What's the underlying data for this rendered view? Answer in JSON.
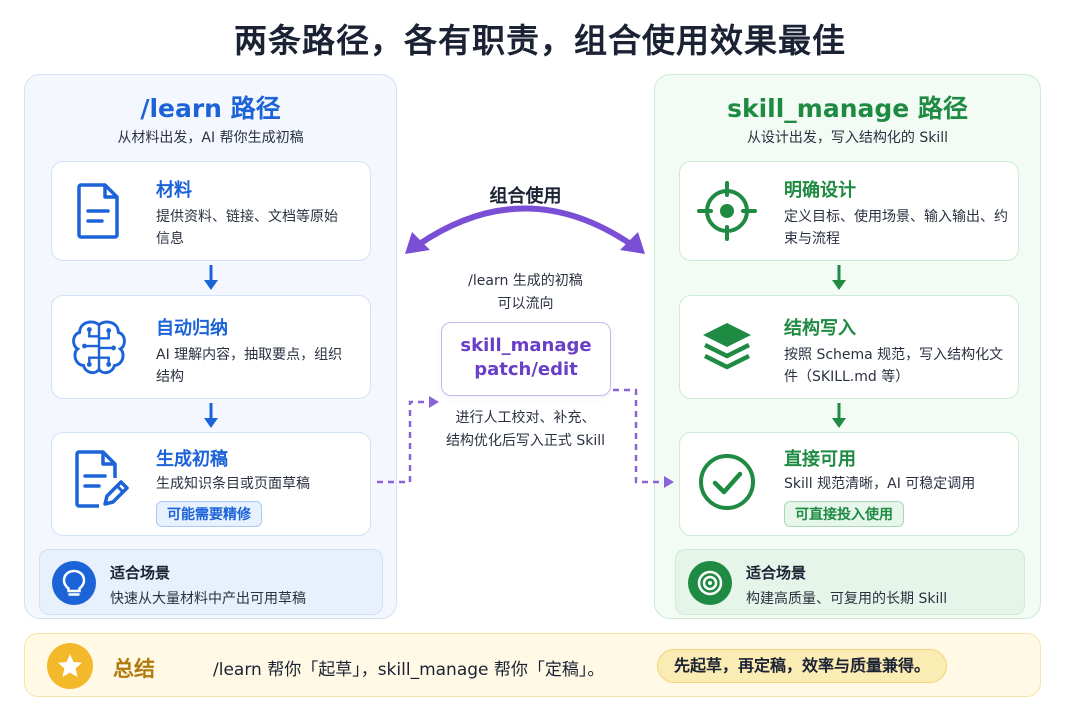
{
  "title": "两条路径，各有职责，组合使用效果最佳",
  "left": {
    "title": "/learn 路径",
    "subtitle": "从材料出发，AI 帮你生成初稿",
    "steps": [
      {
        "title": "材料",
        "desc": "提供资料、链接、文档等原始信息",
        "icon": "document-icon"
      },
      {
        "title": "自动归纳",
        "desc": "AI 理解内容，抽取要点，组织结构",
        "icon": "brain-circuit-icon"
      },
      {
        "title": "生成初稿",
        "desc": "生成知识条目或页面草稿",
        "tag": "可能需要精修",
        "icon": "document-edit-icon"
      }
    ],
    "scene": {
      "title": "适合场景",
      "desc": "快速从大量材料中产出可用草稿",
      "icon": "lightbulb-icon"
    }
  },
  "right": {
    "title": "skill_manage 路径",
    "subtitle": "从设计出发，写入结构化的 Skill",
    "steps": [
      {
        "title": "明确设计",
        "desc": "定义目标、使用场景、输入输出、约束与流程",
        "icon": "target-crosshair-icon"
      },
      {
        "title": "结构写入",
        "desc": "按照 Schema 规范，写入结构化文件（SKILL.md 等）",
        "icon": "layers-icon"
      },
      {
        "title": "直接可用",
        "desc": "Skill 规范清晰，AI 可稳定调用",
        "tag": "可直接投入使用",
        "icon": "check-circle-icon"
      }
    ],
    "scene": {
      "title": "适合场景",
      "desc": "构建高质量、可复用的长期 Skill",
      "icon": "target-icon"
    }
  },
  "middle": {
    "combine_label": "组合使用",
    "flow_text_top": "/learn 生成的初稿\n可以流向",
    "box_line1": "skill_manage",
    "box_line2": "patch/edit",
    "flow_text_bottom": "进行人工校对、补充、\n结构优化后写入正式 Skill"
  },
  "summary": {
    "title": "总结",
    "text": "/learn 帮你「起草」，skill_manage 帮你「定稿」。",
    "highlight": "先起草，再定稿，效率与质量兼得。",
    "icon": "star-icon"
  },
  "colors": {
    "blue": "#1c63d8",
    "green": "#1f8a42",
    "purple": "#7a4fd6",
    "gold": "#f4b92a"
  }
}
